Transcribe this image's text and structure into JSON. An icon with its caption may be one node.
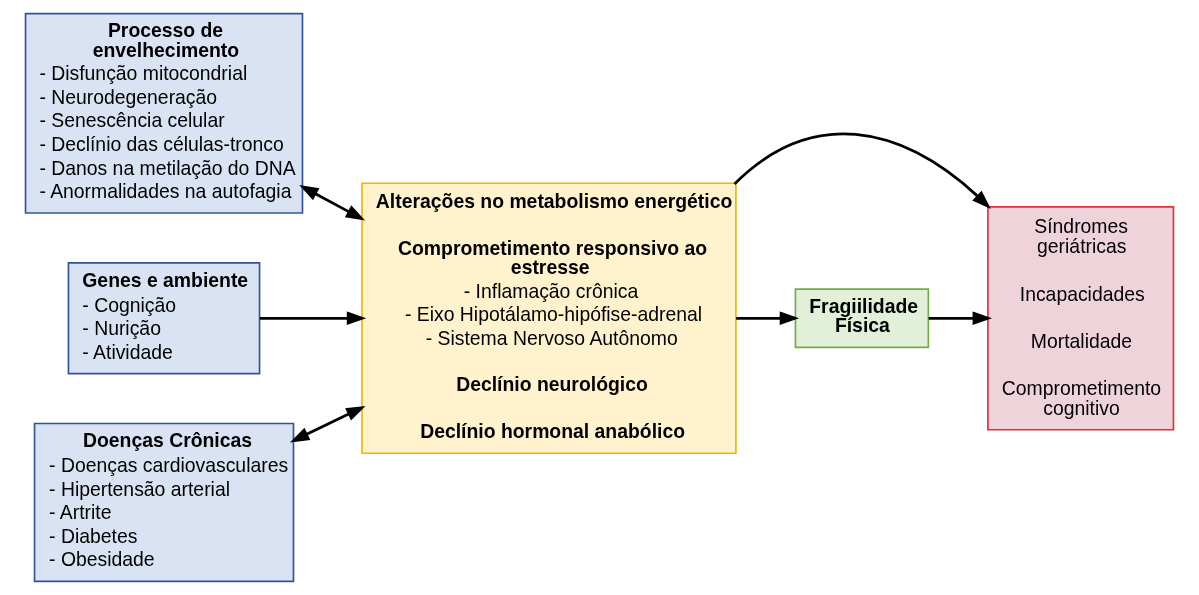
{
  "diagram": {
    "nodes": [
      {
        "text": [
          "Processo de envelhecimento",
          "- Disfunção mitocondrial",
          "- Neurodegeneração",
          "- Senescência celular",
          "- Declínio das células-tronco",
          "- Danos na metilação do DNA",
          "- Anormalidades na autofagia"
        ]
      },
      {
        "text": [
          "Genes e ambiente",
          "- Cognição",
          "- Nurição",
          "- Atividade"
        ]
      },
      {
        "text": [
          "Doenças Crônicas",
          "- Doenças cardiovasculares",
          "- Hipertensão arterial",
          "- Artrite",
          "- Diabetes",
          "- Obesidade"
        ]
      },
      {
        "text": [
          "Alterações no metabolismo energético",
          "Comprometimento responsivo ao estresse",
          "- Inflamação crônica",
          "- Eixo Hipotálamo-hipófise-adrenal",
          "- Sistema Nervoso Autônomo",
          "Declínio neurológico",
          "Declínio hormonal anabólico"
        ]
      },
      {
        "text": [
          "Fragiilidade Física"
        ]
      },
      {
        "text": [
          "Síndromes geriátricas",
          "Incapacidades",
          "Mortalidade",
          "Comprometimento cognitivo"
        ]
      }
    ],
    "edges": [
      {
        "from": 0,
        "to": 3,
        "arrow": "both"
      },
      {
        "from": 1,
        "to": 3,
        "arrow": "to"
      },
      {
        "from": 2,
        "to": 3,
        "arrow": "both"
      },
      {
        "from": 3,
        "to": 5,
        "arrow": "to"
      },
      {
        "from": 3,
        "to": 4,
        "arrow": "to"
      },
      {
        "from": 4,
        "to": 5,
        "arrow": "to"
      }
    ]
  }
}
